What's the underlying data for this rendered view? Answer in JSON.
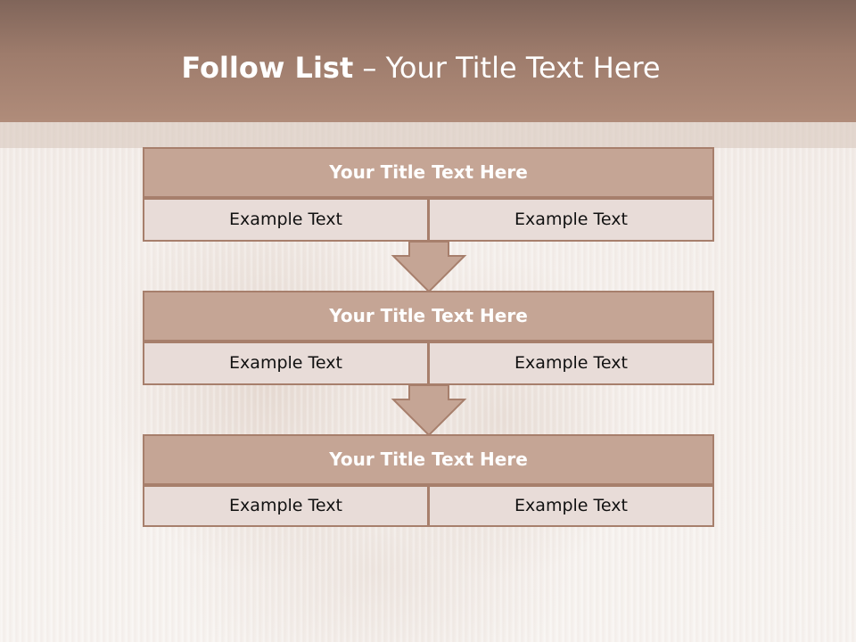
{
  "slide": {
    "title_bold": "Follow List",
    "title_rest": " – Your Title Text Here"
  },
  "steps": [
    {
      "title": "Your Title Text Here",
      "left_text": "Example Text",
      "right_text": "Example Text"
    },
    {
      "title": "Your Title Text Here",
      "left_text": "Example Text",
      "right_text": "Example Text"
    },
    {
      "title": "Your Title Text Here",
      "left_text": "Example Text",
      "right_text": "Example Text"
    }
  ],
  "colors": {
    "header": "#9e7c6c",
    "title_box": "#c5a595",
    "border": "#a77f6c",
    "cell": "#e8dcd8",
    "arrow": "#c5a595"
  },
  "icons": [
    "down-arrow-icon",
    "down-arrow-icon"
  ]
}
